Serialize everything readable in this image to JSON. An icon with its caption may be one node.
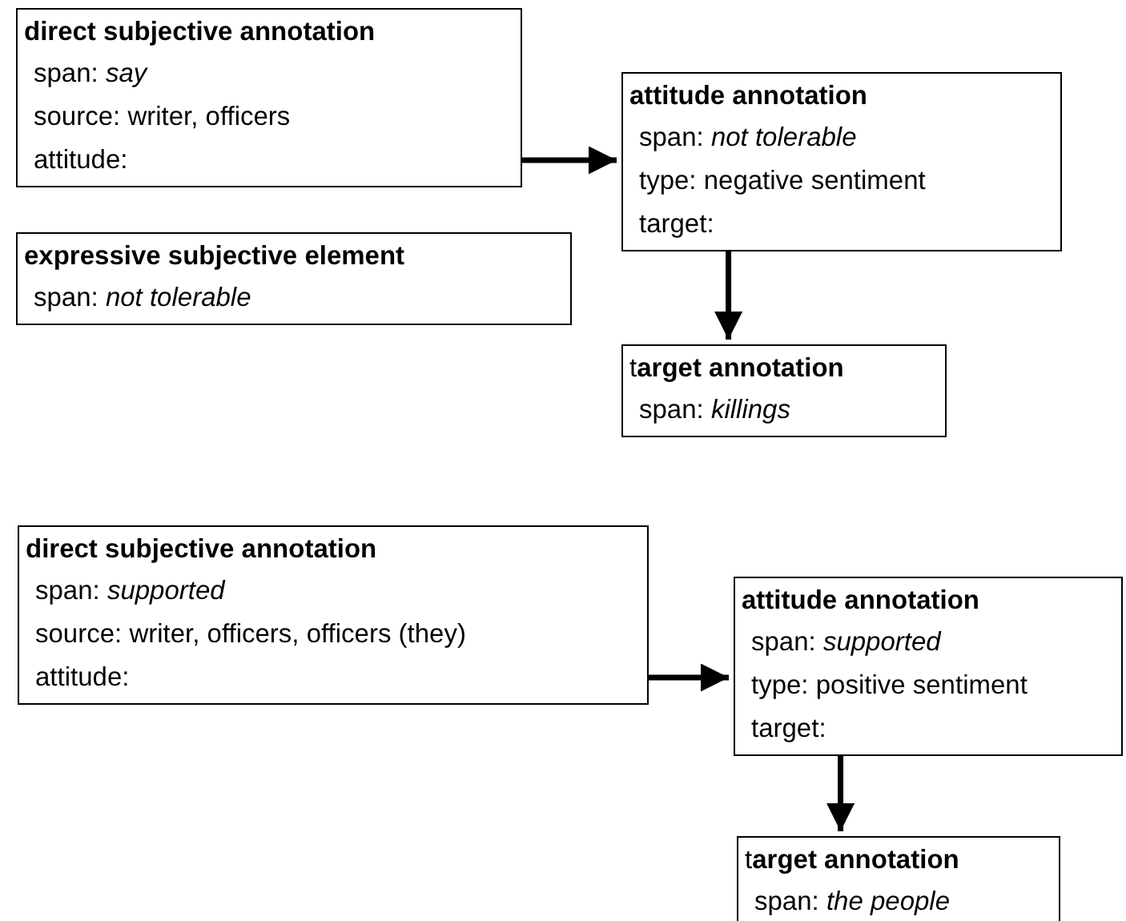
{
  "diagram": {
    "nodes": [
      {
        "text": [
          "direct subjective annotation",
          "span: *say*",
          "source: writer, officers",
          "attitude:"
        ]
      },
      {
        "text": [
          "attitude annotation",
          "span: *not tolerable*",
          "type: negative sentiment",
          "target:"
        ]
      },
      {
        "text": [
          "expressive subjective element",
          "span: *not tolerable*"
        ]
      },
      {
        "text": [
          "t**arget annotation**",
          "span: *killings*"
        ]
      },
      {
        "text": [
          "direct subjective annotation",
          "span: *supported*",
          "source: writer, officers, officers (they)",
          "attitude:"
        ]
      },
      {
        "text": [
          "attitude annotation",
          "span: *supported*",
          "type: positive sentiment",
          "target:"
        ]
      },
      {
        "text": [
          "t**arget annotation**",
          "span: *the people*"
        ]
      }
    ],
    "edges": [
      {
        "from": 0,
        "to": 1,
        "arrow": "to"
      },
      {
        "from": 1,
        "to": 3,
        "arrow": "to"
      },
      {
        "from": 4,
        "to": 5,
        "arrow": "to"
      },
      {
        "from": 5,
        "to": 6,
        "arrow": "to"
      }
    ]
  }
}
